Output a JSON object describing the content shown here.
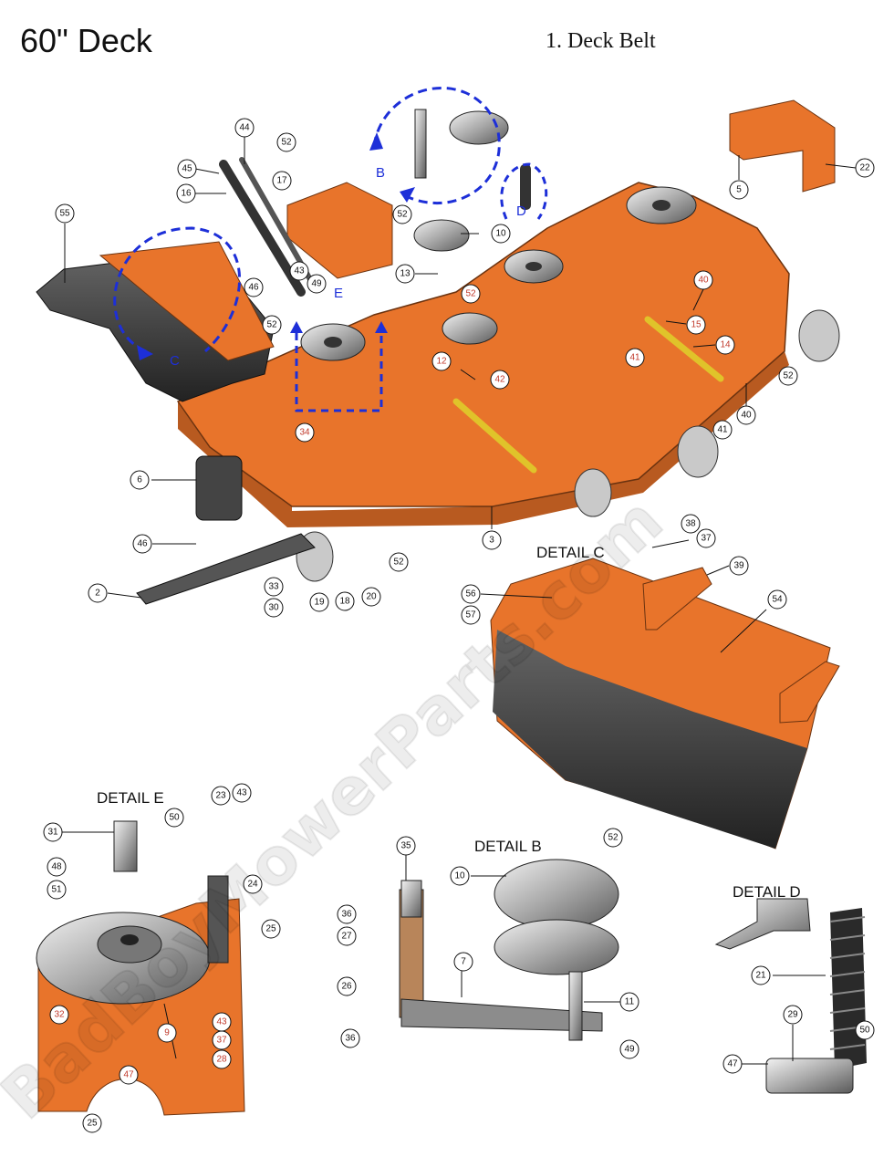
{
  "page_title": "60\" Deck",
  "subtitle": "1. Deck Belt",
  "detail_labels": {
    "c": "DETAIL  C",
    "e": "DETAIL  E",
    "b": "DETAIL  B",
    "d": "DETAIL  D"
  },
  "arrow_labels": {
    "b": "B",
    "c": "C",
    "d": "D",
    "e": "E"
  },
  "watermark": "BadBoyMowerParts.com",
  "colors": {
    "deck_orange": "#e8742b",
    "arrow_blue": "#1d2fd8",
    "metal_gray": "#8c8c8c"
  },
  "callouts": {
    "c44": "44",
    "c52a": "52",
    "c45": "45",
    "c17": "17",
    "c16": "16",
    "c55": "55",
    "c52b": "52",
    "c10a": "10",
    "c13": "13",
    "c5": "5",
    "c22": "22",
    "c43a": "43",
    "c49a": "49",
    "c46a": "46",
    "c52c": "52",
    "c52d": "52",
    "c40a": "40",
    "c15": "15",
    "c41a": "41",
    "c14": "14",
    "c12": "12",
    "c42": "42",
    "c52e": "52",
    "c34": "34",
    "c41b": "41",
    "c40b": "40",
    "c6": "6",
    "c46b": "46",
    "c3": "3",
    "c52f": "52",
    "c38": "38",
    "c37a": "37",
    "c39": "39",
    "c56": "56",
    "c57": "57",
    "c54": "54",
    "c33": "33",
    "c30": "30",
    "c2": "2",
    "c19": "19",
    "c18": "18",
    "c20": "20",
    "c31": "31",
    "c50a": "50",
    "c23": "23",
    "c43b": "43",
    "c48": "48",
    "c51": "51",
    "c24": "24",
    "c25a": "25",
    "c32": "32",
    "c9": "9",
    "c43c": "43",
    "c37b": "37",
    "c28": "28",
    "c47a": "47",
    "c25b": "25",
    "c35": "35",
    "c10b": "10",
    "c52g": "52",
    "c36a": "36",
    "c27": "27",
    "c7": "7",
    "c26": "26",
    "c11": "11",
    "c36b": "36",
    "c49b": "49",
    "c21": "21",
    "c29": "29",
    "c50b": "50",
    "c47b": "47"
  }
}
